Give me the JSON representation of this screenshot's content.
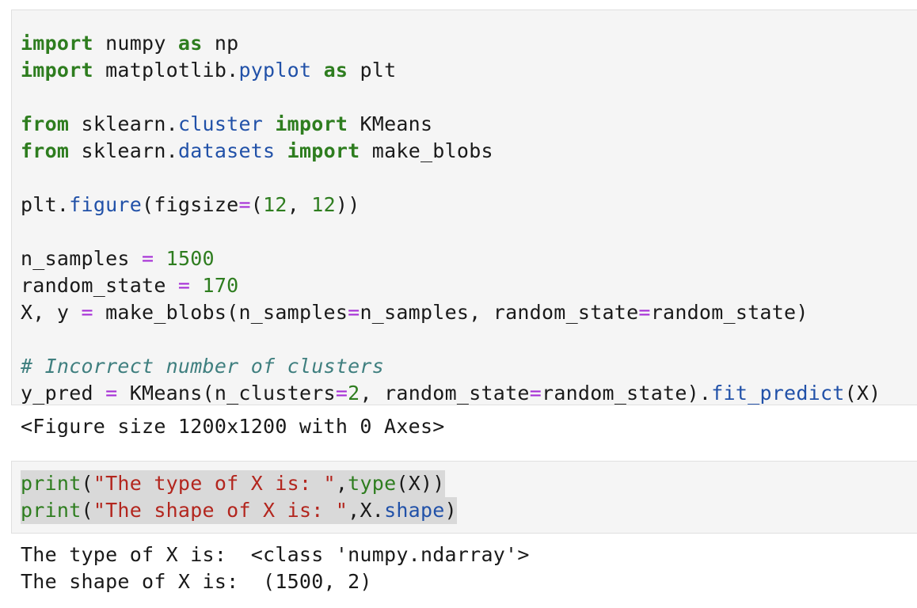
{
  "cells": [
    {
      "lines": [
        [
          {
            "t": "import",
            "c": "kw"
          },
          {
            "t": " numpy "
          },
          {
            "t": "as",
            "c": "kw"
          },
          {
            "t": " np"
          }
        ],
        [
          {
            "t": "import",
            "c": "kw"
          },
          {
            "t": " matplotlib."
          },
          {
            "t": "pyplot",
            "c": "mod"
          },
          {
            "t": " "
          },
          {
            "t": "as",
            "c": "kw"
          },
          {
            "t": " plt"
          }
        ],
        [],
        [
          {
            "t": "from",
            "c": "kw"
          },
          {
            "t": " sklearn."
          },
          {
            "t": "cluster",
            "c": "mod"
          },
          {
            "t": " "
          },
          {
            "t": "import",
            "c": "kw"
          },
          {
            "t": " KMeans"
          }
        ],
        [
          {
            "t": "from",
            "c": "kw"
          },
          {
            "t": " sklearn."
          },
          {
            "t": "datasets",
            "c": "mod"
          },
          {
            "t": " "
          },
          {
            "t": "import",
            "c": "kw"
          },
          {
            "t": " make_blobs"
          }
        ],
        [],
        [
          {
            "t": "plt."
          },
          {
            "t": "figure",
            "c": "mod"
          },
          {
            "t": "(figsize"
          },
          {
            "t": "=",
            "c": "op"
          },
          {
            "t": "("
          },
          {
            "t": "12",
            "c": "num"
          },
          {
            "t": ", "
          },
          {
            "t": "12",
            "c": "num"
          },
          {
            "t": "))"
          }
        ],
        [],
        [
          {
            "t": "n_samples "
          },
          {
            "t": "=",
            "c": "op"
          },
          {
            "t": " "
          },
          {
            "t": "1500",
            "c": "num"
          }
        ],
        [
          {
            "t": "random_state "
          },
          {
            "t": "=",
            "c": "op"
          },
          {
            "t": " "
          },
          {
            "t": "170",
            "c": "num"
          }
        ],
        [
          {
            "t": "X, y "
          },
          {
            "t": "=",
            "c": "op"
          },
          {
            "t": " make_blobs(n_samples"
          },
          {
            "t": "=",
            "c": "op"
          },
          {
            "t": "n_samples, random_state"
          },
          {
            "t": "=",
            "c": "op"
          },
          {
            "t": "random_state)"
          }
        ],
        [],
        [
          {
            "t": "# Incorrect number of clusters",
            "c": "cm"
          }
        ],
        [
          {
            "t": "y_pred "
          },
          {
            "t": "=",
            "c": "op"
          },
          {
            "t": " KMeans(n_clusters"
          },
          {
            "t": "=",
            "c": "op"
          },
          {
            "t": "2",
            "c": "num"
          },
          {
            "t": ", random_state"
          },
          {
            "t": "=",
            "c": "op"
          },
          {
            "t": "random_state)."
          },
          {
            "t": "fit_predict",
            "c": "mod"
          },
          {
            "t": "(X)"
          }
        ]
      ],
      "output": [
        "<Figure size 1200x1200 with 0 Axes>"
      ]
    },
    {
      "lines": [
        [
          {
            "t": "print",
            "c": "bi"
          },
          {
            "t": "("
          },
          {
            "t": "\"The type of X is: \"",
            "c": "str"
          },
          {
            "t": ","
          },
          {
            "t": "type",
            "c": "bi"
          },
          {
            "t": "(X))"
          }
        ],
        [
          {
            "t": "print",
            "c": "bi"
          },
          {
            "t": "("
          },
          {
            "t": "\"The shape of X is: \"",
            "c": "str"
          },
          {
            "t": ",X."
          },
          {
            "t": "shape",
            "c": "mod"
          },
          {
            "t": ")"
          }
        ]
      ],
      "output": [
        "The type of X is:  <class 'numpy.ndarray'>",
        "The shape of X is:  (1500, 2)"
      ]
    }
  ]
}
